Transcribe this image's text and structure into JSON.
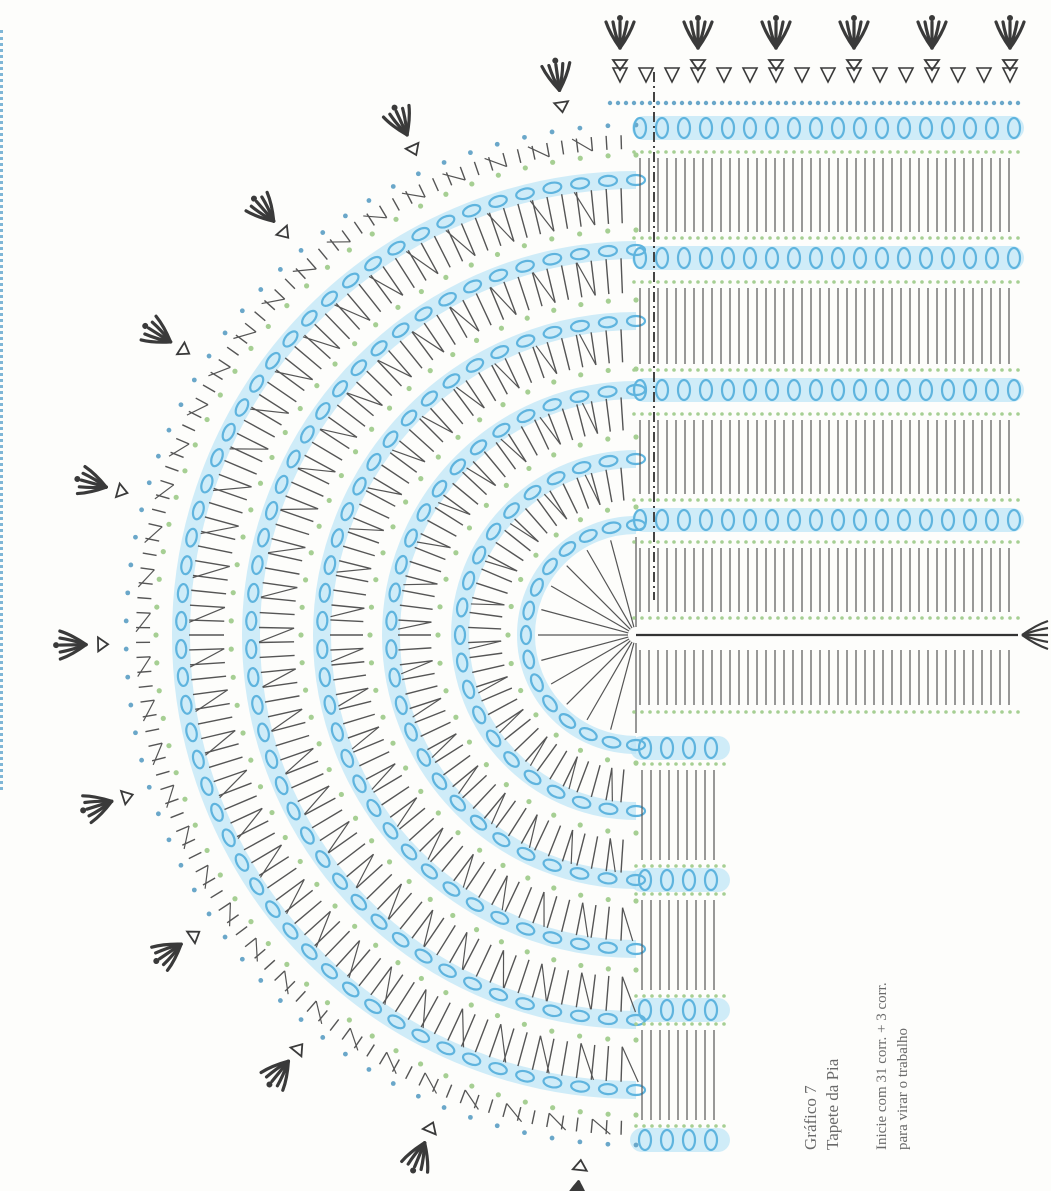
{
  "diagram": {
    "caption": {
      "title": "Gráfico 7",
      "subtitle": "Tapete da Pia",
      "note_line1": "Inicie com 31 corr. + 3 corr.",
      "note_line2": "para virar o trabalho"
    },
    "palette": {
      "blue": "#5fb4de",
      "blue_light": "#bfe6f7",
      "green": "#a6cf93",
      "stitch": "#555555",
      "fan": "#3a3a3a",
      "background": "#fdfdfb"
    },
    "stitch_symbols": [
      "chain-oval",
      "double-crochet-stitch",
      "v-stitch",
      "picot",
      "shell-fan"
    ]
  }
}
